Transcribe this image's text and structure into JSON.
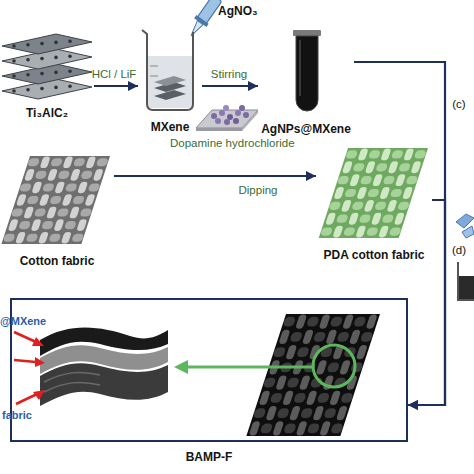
{
  "diagram": {
    "nodes": [
      {
        "text": [
          "Ti₃AlC₂"
        ]
      },
      {
        "text": [
          "MXene"
        ]
      },
      {
        "text": [
          "AgNPs@MXene"
        ]
      },
      {
        "text": [
          "Cotton fabric"
        ]
      },
      {
        "text": [
          "PDA cotton fabric"
        ]
      },
      {
        "text": [
          "BAMP-F"
        ]
      }
    ],
    "edges": [
      {
        "from": 0,
        "to": 1,
        "arrow": "to",
        "label": "HCl / LiF"
      },
      {
        "from": 1,
        "to": 2,
        "arrow": "to",
        "label": "Stirring"
      },
      {
        "from": 2,
        "to": 5,
        "arrow": "to",
        "label": "(c)"
      },
      {
        "from": 3,
        "to": 4,
        "arrow": "to",
        "label": "Dipping"
      },
      {
        "from": 4,
        "to": 5,
        "arrow": "to",
        "label": "(d)"
      }
    ],
    "labels": [
      "AgNO₃",
      "Dopamine hydrochloride",
      "@MXene",
      "fabric"
    ]
  }
}
